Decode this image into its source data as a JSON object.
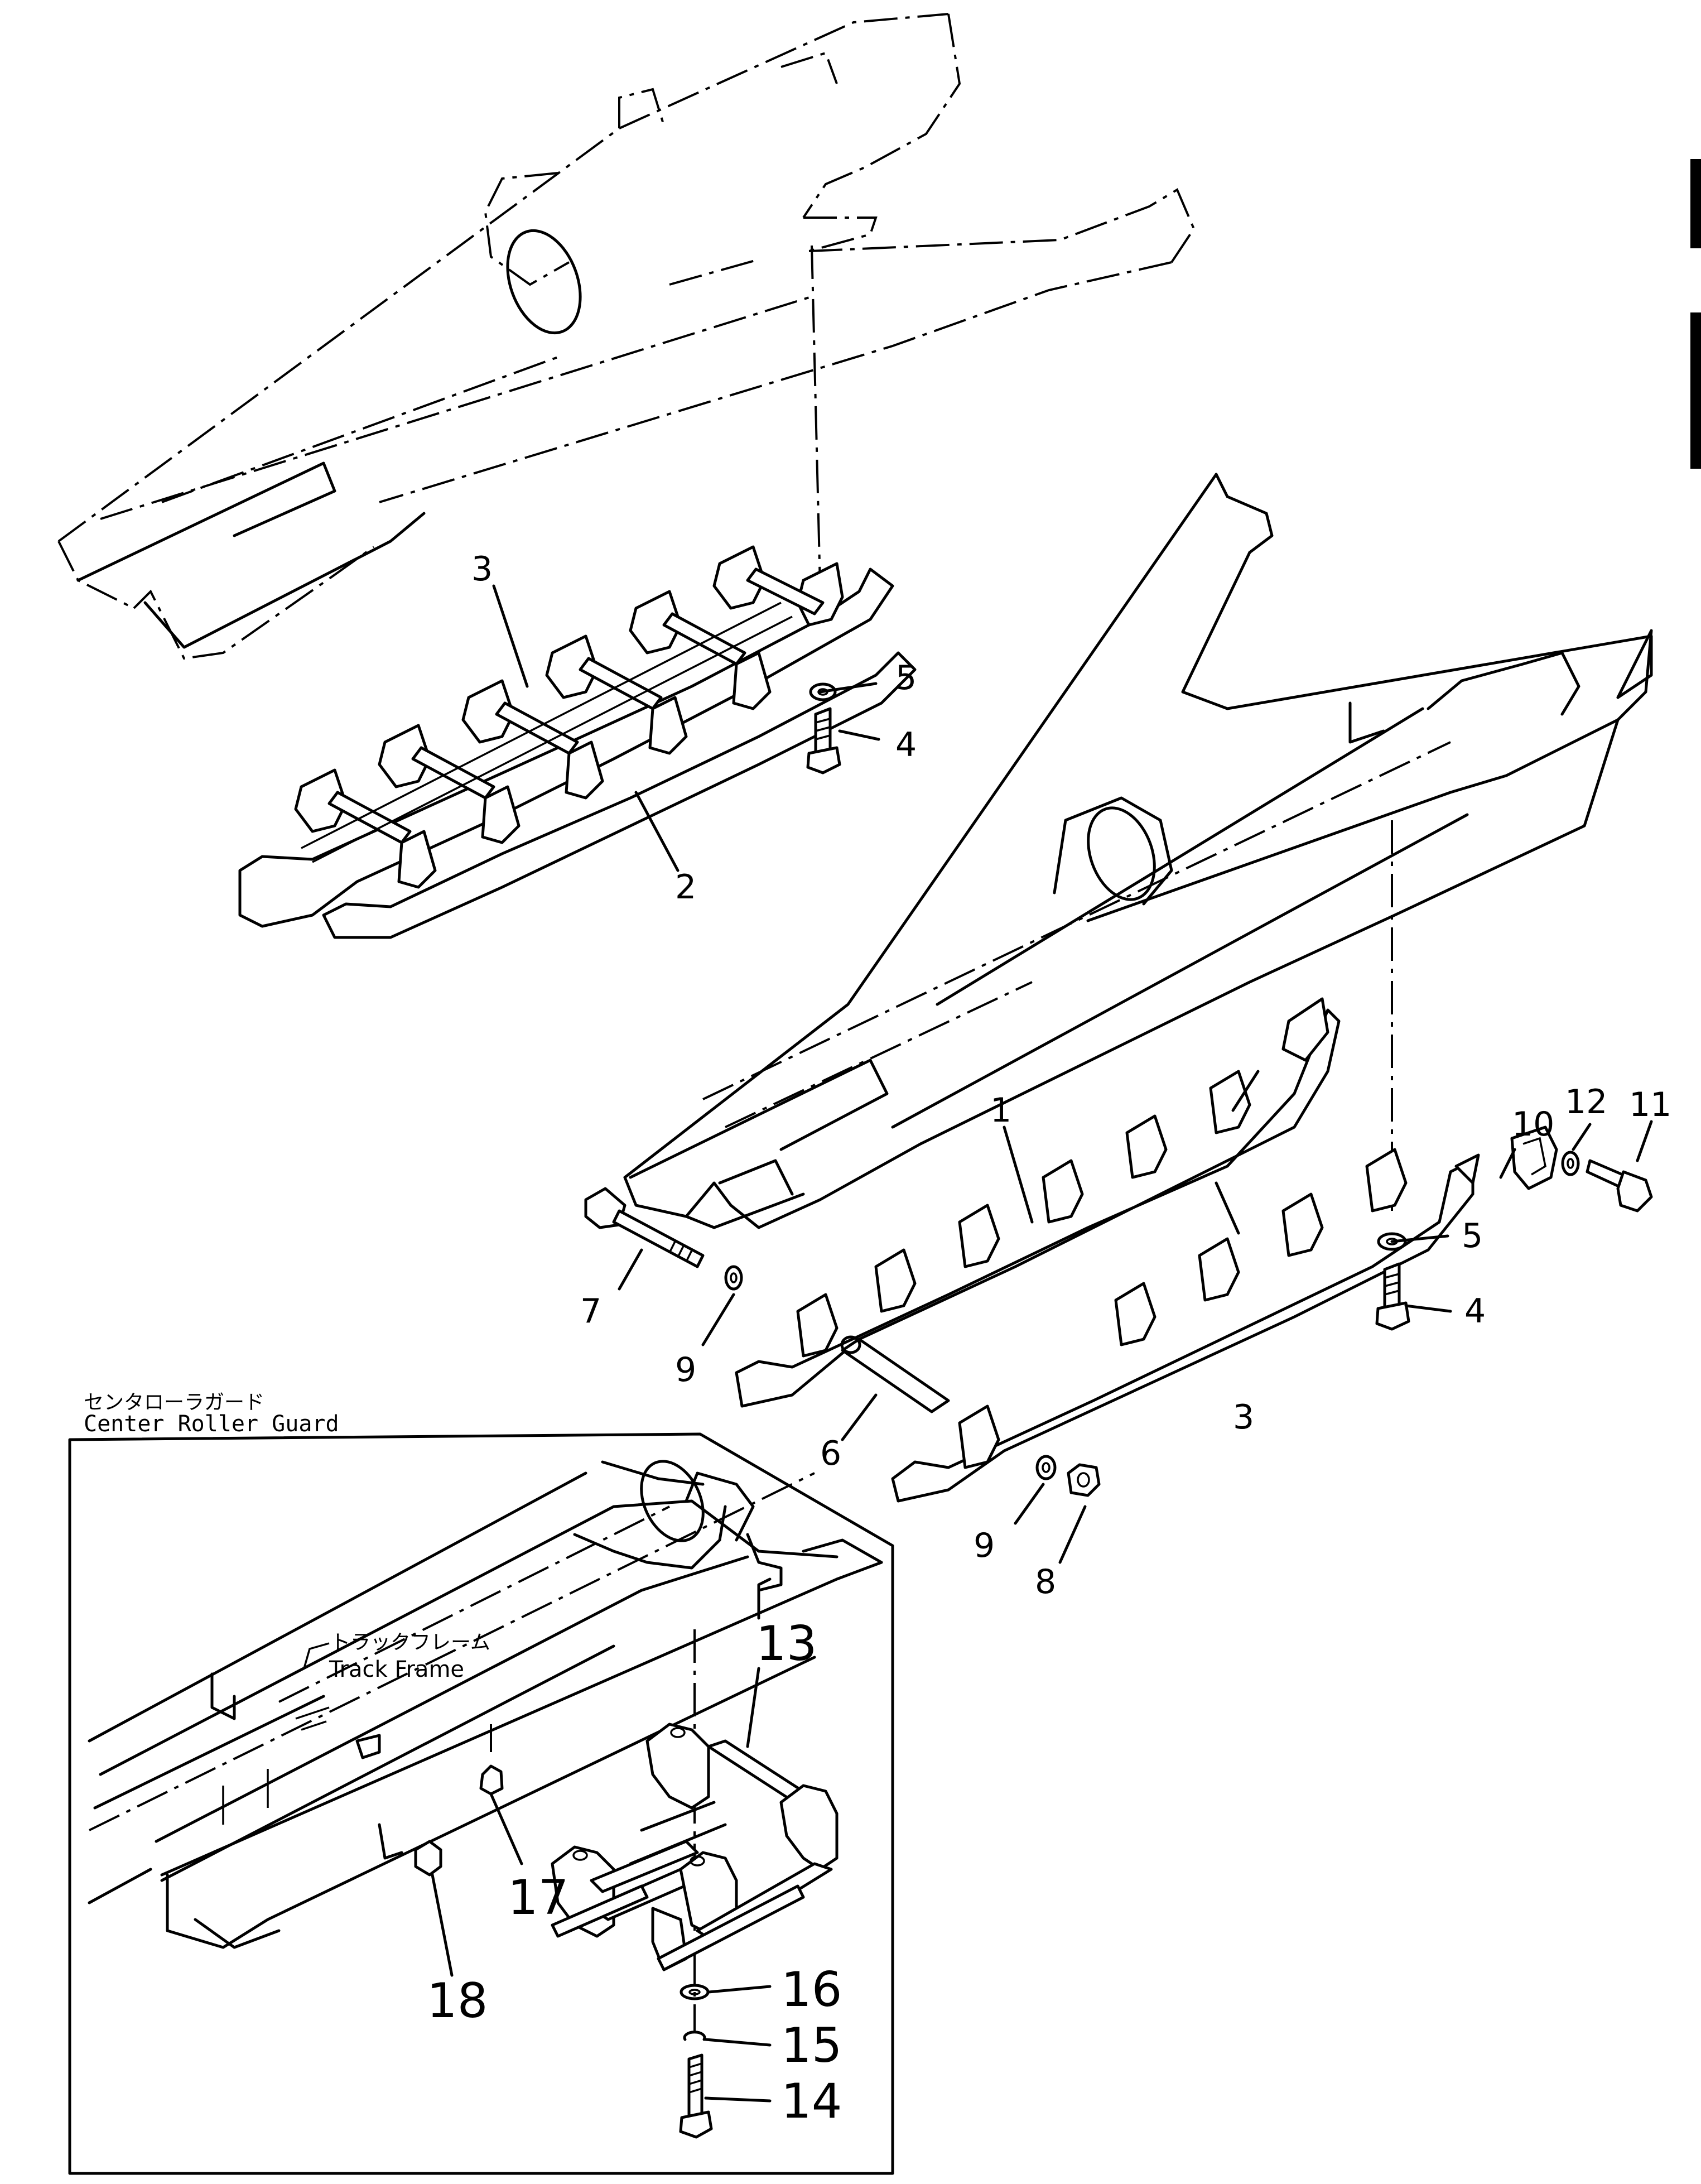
{
  "inset_caption": {
    "japanese": "センタローラガード",
    "english": "Center  Roller  Guard"
  },
  "track_frame_label": {
    "japanese": "トラックフレーム",
    "english": "Track Frame"
  },
  "part_numbers": [
    "1",
    "2",
    "3",
    "3",
    "4",
    "4",
    "5",
    "5",
    "6",
    "7",
    "8",
    "9",
    "9",
    "10",
    "11",
    "12",
    "13",
    "14",
    "15",
    "16",
    "17",
    "18"
  ]
}
